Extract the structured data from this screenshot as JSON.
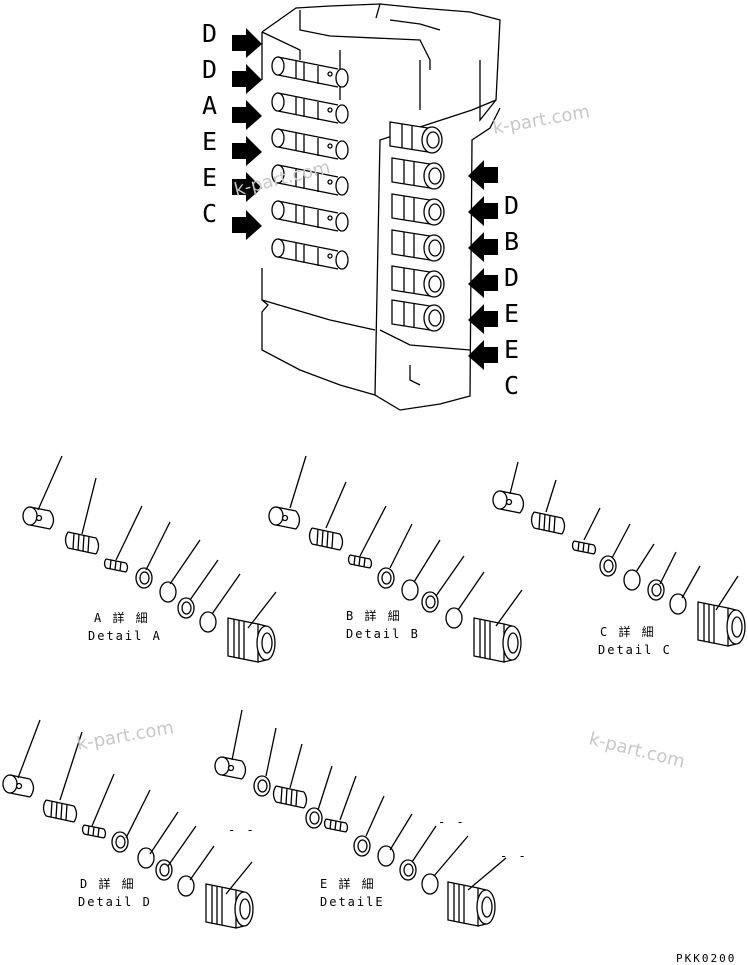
{
  "left_labels": [
    "D",
    "D",
    "A",
    "E",
    "E",
    "C"
  ],
  "right_labels": [
    "D",
    "B",
    "D",
    "E",
    "E",
    "C"
  ],
  "details": [
    {
      "jp": "A 詳 細",
      "en": "Detail A"
    },
    {
      "jp": "B 詳 細",
      "en": "Detail B"
    },
    {
      "jp": "C 詳 細",
      "en": "Detail C"
    },
    {
      "jp": "D 詳 細",
      "en": "Detail D"
    },
    {
      "jp": "E 詳 細",
      "en": "DetailE"
    }
  ],
  "watermark": "k-part.com",
  "dashes": [
    "- -",
    "- -",
    "- -"
  ],
  "code": "PKK0200"
}
